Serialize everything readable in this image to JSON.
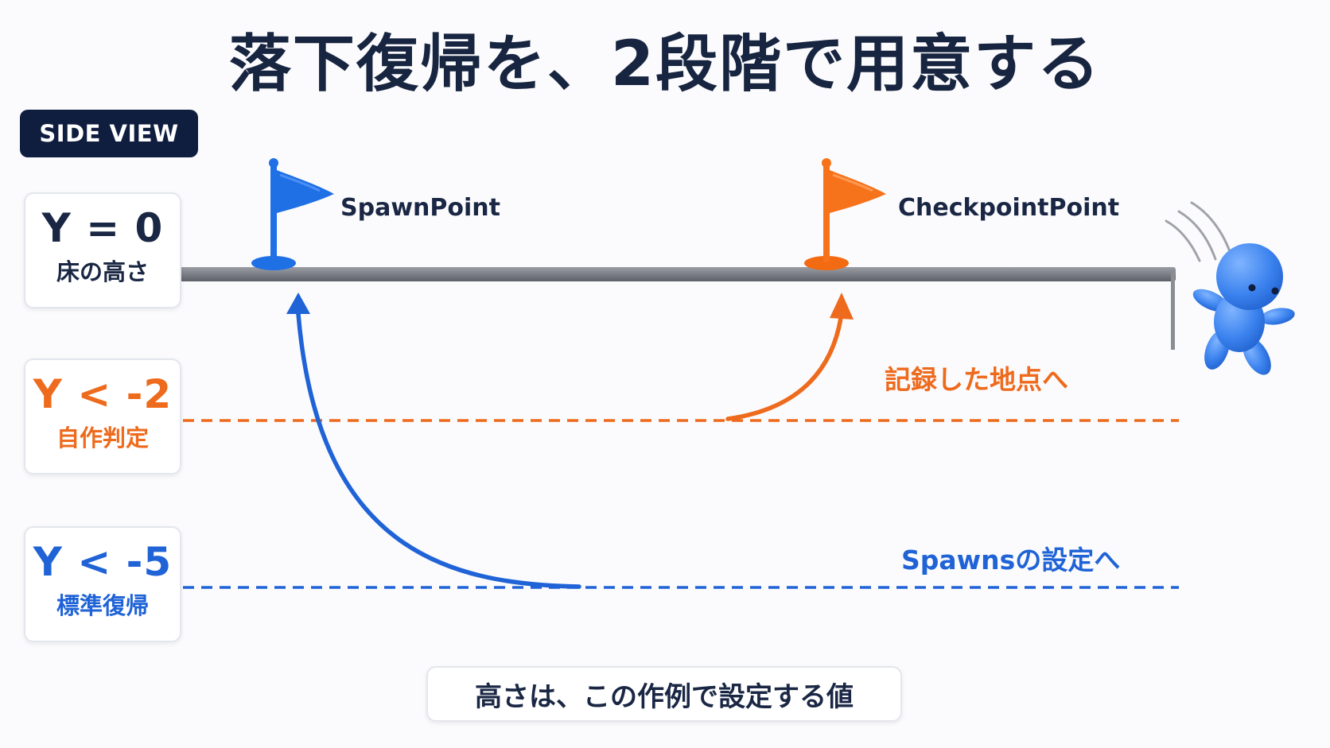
{
  "title": "落下復帰を、2段階で用意する",
  "view_badge": "SIDE VIEW",
  "levels": [
    {
      "value": "Y = 0",
      "label": "床の高さ",
      "color": "#1a2744"
    },
    {
      "value": "Y < -2",
      "label": "自作判定",
      "color": "#ee6a1c"
    },
    {
      "value": "Y < -5",
      "label": "標準復帰",
      "color": "#1f63d7"
    }
  ],
  "points": {
    "spawn": {
      "label": "SpawnPoint",
      "color": "#1f6fe5"
    },
    "checkpoint": {
      "label": "CheckpointPoint",
      "color": "#f7731b"
    }
  },
  "routes": {
    "custom": {
      "label": "記録した地点へ",
      "color": "#ee6a1c"
    },
    "standard": {
      "label": "Spawnsの設定へ",
      "color": "#1f63d7"
    }
  },
  "footer_note": "高さは、この作例で設定する値",
  "colors": {
    "floor": "#6e7179",
    "character": "#3b82ee",
    "navy": "#0f1d3f"
  }
}
